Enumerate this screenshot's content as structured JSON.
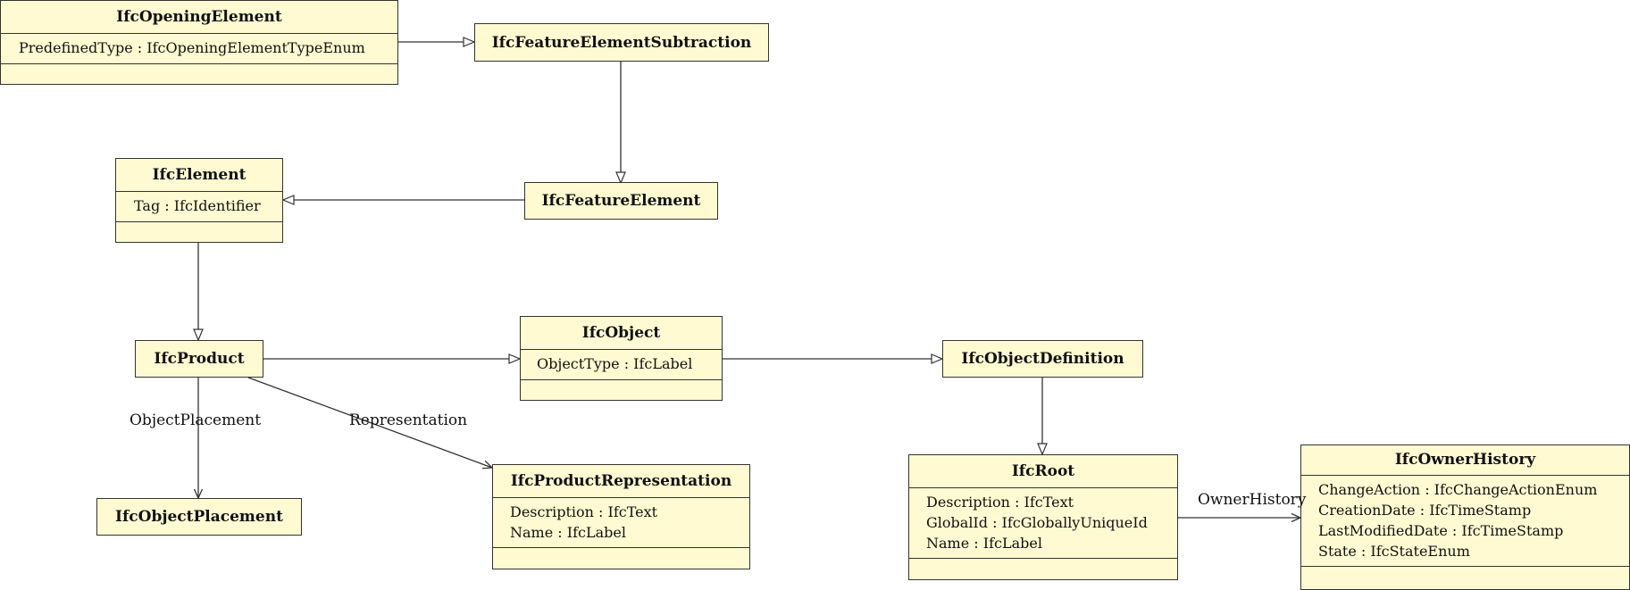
{
  "diagram": {
    "type": "uml-class-diagram",
    "classes": {
      "opening_element": {
        "name": "IfcOpeningElement",
        "attributes": [
          "PredefinedType : IfcOpeningElementTypeEnum"
        ]
      },
      "feature_element_subtraction": {
        "name": "IfcFeatureElementSubtraction"
      },
      "element": {
        "name": "IfcElement",
        "attributes": [
          "Tag : IfcIdentifier"
        ]
      },
      "feature_element": {
        "name": "IfcFeatureElement"
      },
      "product": {
        "name": "IfcProduct"
      },
      "object": {
        "name": "IfcObject",
        "attributes": [
          "ObjectType : IfcLabel"
        ]
      },
      "object_definition": {
        "name": "IfcObjectDefinition"
      },
      "object_placement": {
        "name": "IfcObjectPlacement"
      },
      "product_representation": {
        "name": "IfcProductRepresentation",
        "attributes": [
          "Description : IfcText",
          "Name : IfcLabel"
        ]
      },
      "root": {
        "name": "IfcRoot",
        "attributes": [
          "Description : IfcText",
          "GlobalId : IfcGloballyUniqueId",
          "Name : IfcLabel"
        ]
      },
      "owner_history": {
        "name": "IfcOwnerHistory",
        "attributes": [
          "ChangeAction : IfcChangeActionEnum",
          "CreationDate : IfcTimeStamp",
          "LastModifiedDate : IfcTimeStamp",
          "State : IfcStateEnum"
        ]
      }
    },
    "edges": {
      "object_placement": {
        "label": "ObjectPlacement"
      },
      "representation": {
        "label": "Representation"
      },
      "owner_history": {
        "label": "OwnerHistory"
      }
    }
  },
  "colors": {
    "class_fill": "#fffad2",
    "stroke": "#333333"
  }
}
